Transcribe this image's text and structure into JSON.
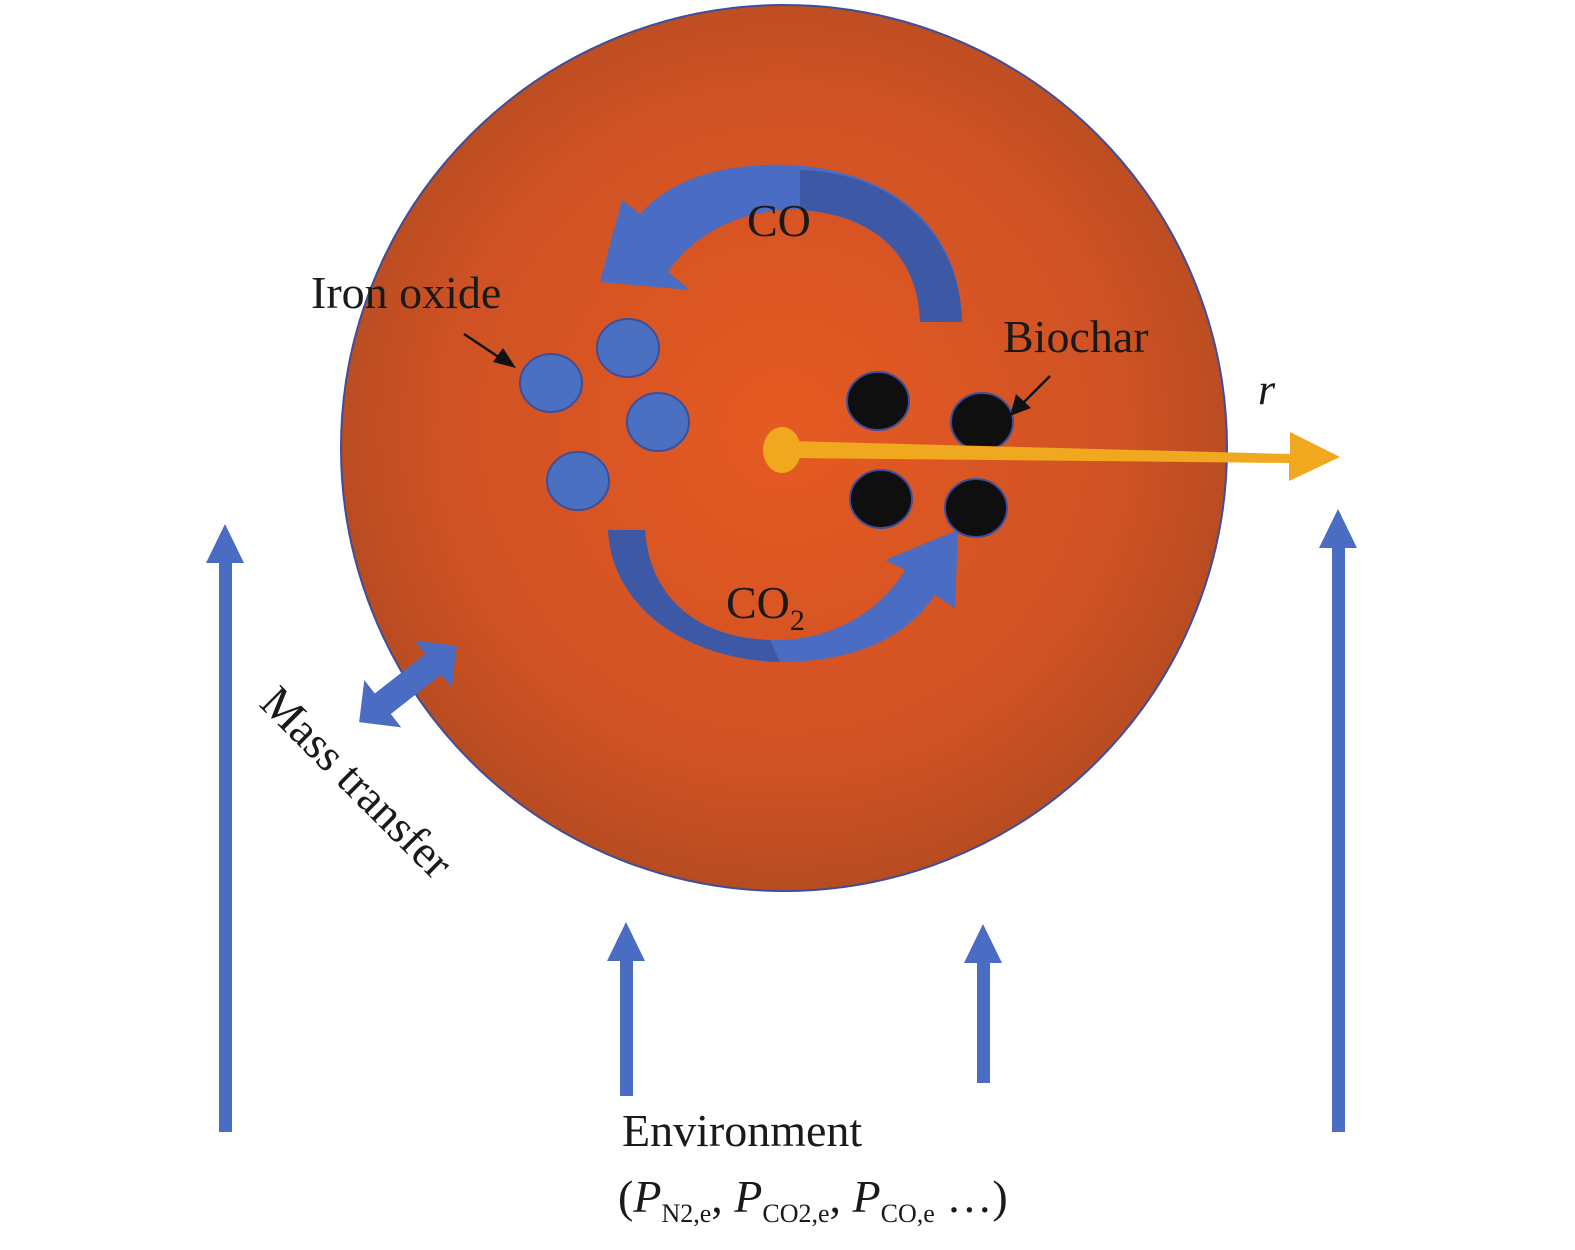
{
  "labels": {
    "co": "CO",
    "co2_base": "CO",
    "co2_sub": "2",
    "iron_oxide": "Iron oxide",
    "biochar": "Biochar",
    "radius": "r",
    "mass_transfer": "Mass transfer",
    "environment": "Environment",
    "env_open": "(",
    "env_p": "P",
    "env_sub_n2": "N2,e",
    "env_sub_co2": "CO2,e",
    "env_sub_co": "CO,e",
    "env_comma": ",",
    "env_tail": " …)"
  },
  "colors": {
    "particle_center": "#e35a24",
    "particle_edge": "#b44c22",
    "particle_outline": "#3d4e9a",
    "blue_arrow": "#4a6cc2",
    "blue_arrow_dark": "#3b56a0",
    "iron_oxide_fill": "#4b70c2",
    "biochar_fill": "#0f0f0f",
    "radius_arrow": "#f0a81e"
  }
}
